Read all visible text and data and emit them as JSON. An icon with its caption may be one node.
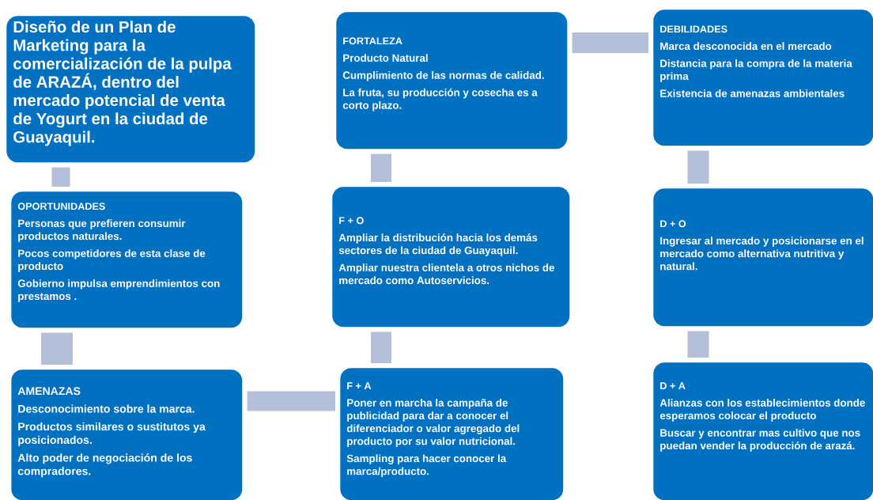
{
  "diagram": {
    "nodes": [
      {
        "text": [
          "Diseño de un Plan de Marketing para la comercialización de la pulpa de ARAZÁ, dentro del mercado potencial de venta de Yogurt en la ciudad de Guayaquil."
        ]
      },
      {
        "text": [
          "OPORTUNIDADES",
          "Personas que prefieren consumir productos naturales.",
          "Pocos competidores de esta clase de producto",
          "Gobierno impulsa emprendimientos con prestamos ."
        ]
      },
      {
        "text": [
          "AMENAZAS",
          "Desconocimiento sobre la marca.",
          "Productos similares o sustitutos ya posicionados.",
          "Alto poder de negociación de los compradores."
        ]
      },
      {
        "text": [
          "F + A",
          "Poner en marcha la campaña de publicidad para dar a conocer el diferenciador o valor agregado del producto por su valor nutricional.",
          "Sampling para hacer conocer la marca/producto."
        ]
      },
      {
        "text": [
          "F + O",
          "Ampliar la distribución hacia los demás sectores de la ciudad de Guayaquil.",
          "Ampliar nuestra clientela a otros nichos de mercado como Autoservicios."
        ]
      },
      {
        "text": [
          "FORTALEZA",
          "Producto Natural",
          "Cumplimiento de las normas de calidad.",
          "La fruta, su producción y cosecha es a corto plazo."
        ]
      },
      {
        "text": [
          "DEBILIDADES",
          "Marca desconocida en el mercado",
          "Distancia para la compra de la materia prima",
          "Existencia de amenazas ambientales"
        ]
      },
      {
        "text": [
          "D + O",
          "Ingresar al mercado y posicionarse en el mercado como alternativa nutritiva y natural."
        ]
      },
      {
        "text": [
          "D + A",
          "Alianzas con los establecimientos donde esperamos colocar el producto",
          "Buscar y encontrar mas cultivo que nos puedan vender la producción de arazá."
        ]
      }
    ],
    "edges": [
      {
        "from": 0,
        "to": 1,
        "arrow": "none"
      },
      {
        "from": 1,
        "to": 2,
        "arrow": "none"
      },
      {
        "from": 2,
        "to": 3,
        "arrow": "none"
      },
      {
        "from": 3,
        "to": 4,
        "arrow": "none"
      },
      {
        "from": 4,
        "to": 5,
        "arrow": "none"
      },
      {
        "from": 5,
        "to": 6,
        "arrow": "none"
      },
      {
        "from": 6,
        "to": 7,
        "arrow": "none"
      },
      {
        "from": 7,
        "to": 8,
        "arrow": "none"
      }
    ]
  }
}
